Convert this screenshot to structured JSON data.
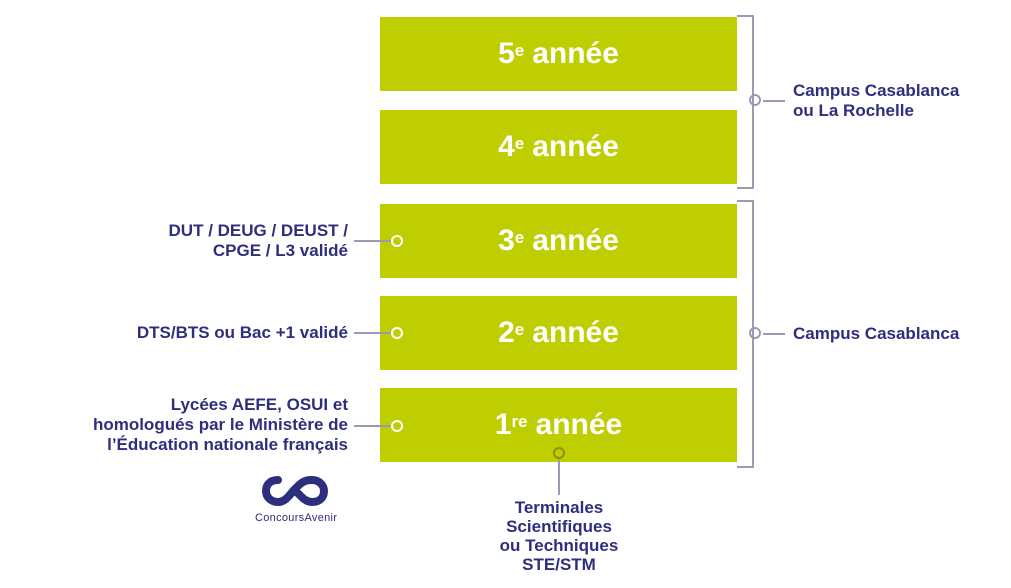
{
  "years": [
    {
      "num": "5",
      "sup": "e",
      "word": "année"
    },
    {
      "num": "4",
      "sup": "e",
      "word": "année"
    },
    {
      "num": "3",
      "sup": "e",
      "word": "année"
    },
    {
      "num": "2",
      "sup": "e",
      "word": "année"
    },
    {
      "num": "1",
      "sup": "re",
      "word": "année"
    }
  ],
  "right_labels": {
    "top": [
      "Campus Casablanca",
      "ou La Rochelle"
    ],
    "bottom": "Campus Casablanca"
  },
  "left_labels": {
    "year3": [
      "DUT / DEUG / DEUST /",
      "CPGE / L3 validé"
    ],
    "year2": "DTS/BTS ou Bac +1 validé",
    "year1": [
      "Lycées AEFE, OSUI et",
      "homologués par le Ministère de",
      "l’Éducation nationale français"
    ]
  },
  "bottom_label": [
    "Terminales",
    "Scientifiques",
    "ou Techniques",
    "STE/STM"
  ],
  "logo": {
    "text": "ConcoursAvenir",
    "icon": "infinity-logo-icon"
  },
  "colors": {
    "box": "#bfce00",
    "text": "#2e2e7e",
    "line": "#9a9ab6"
  }
}
